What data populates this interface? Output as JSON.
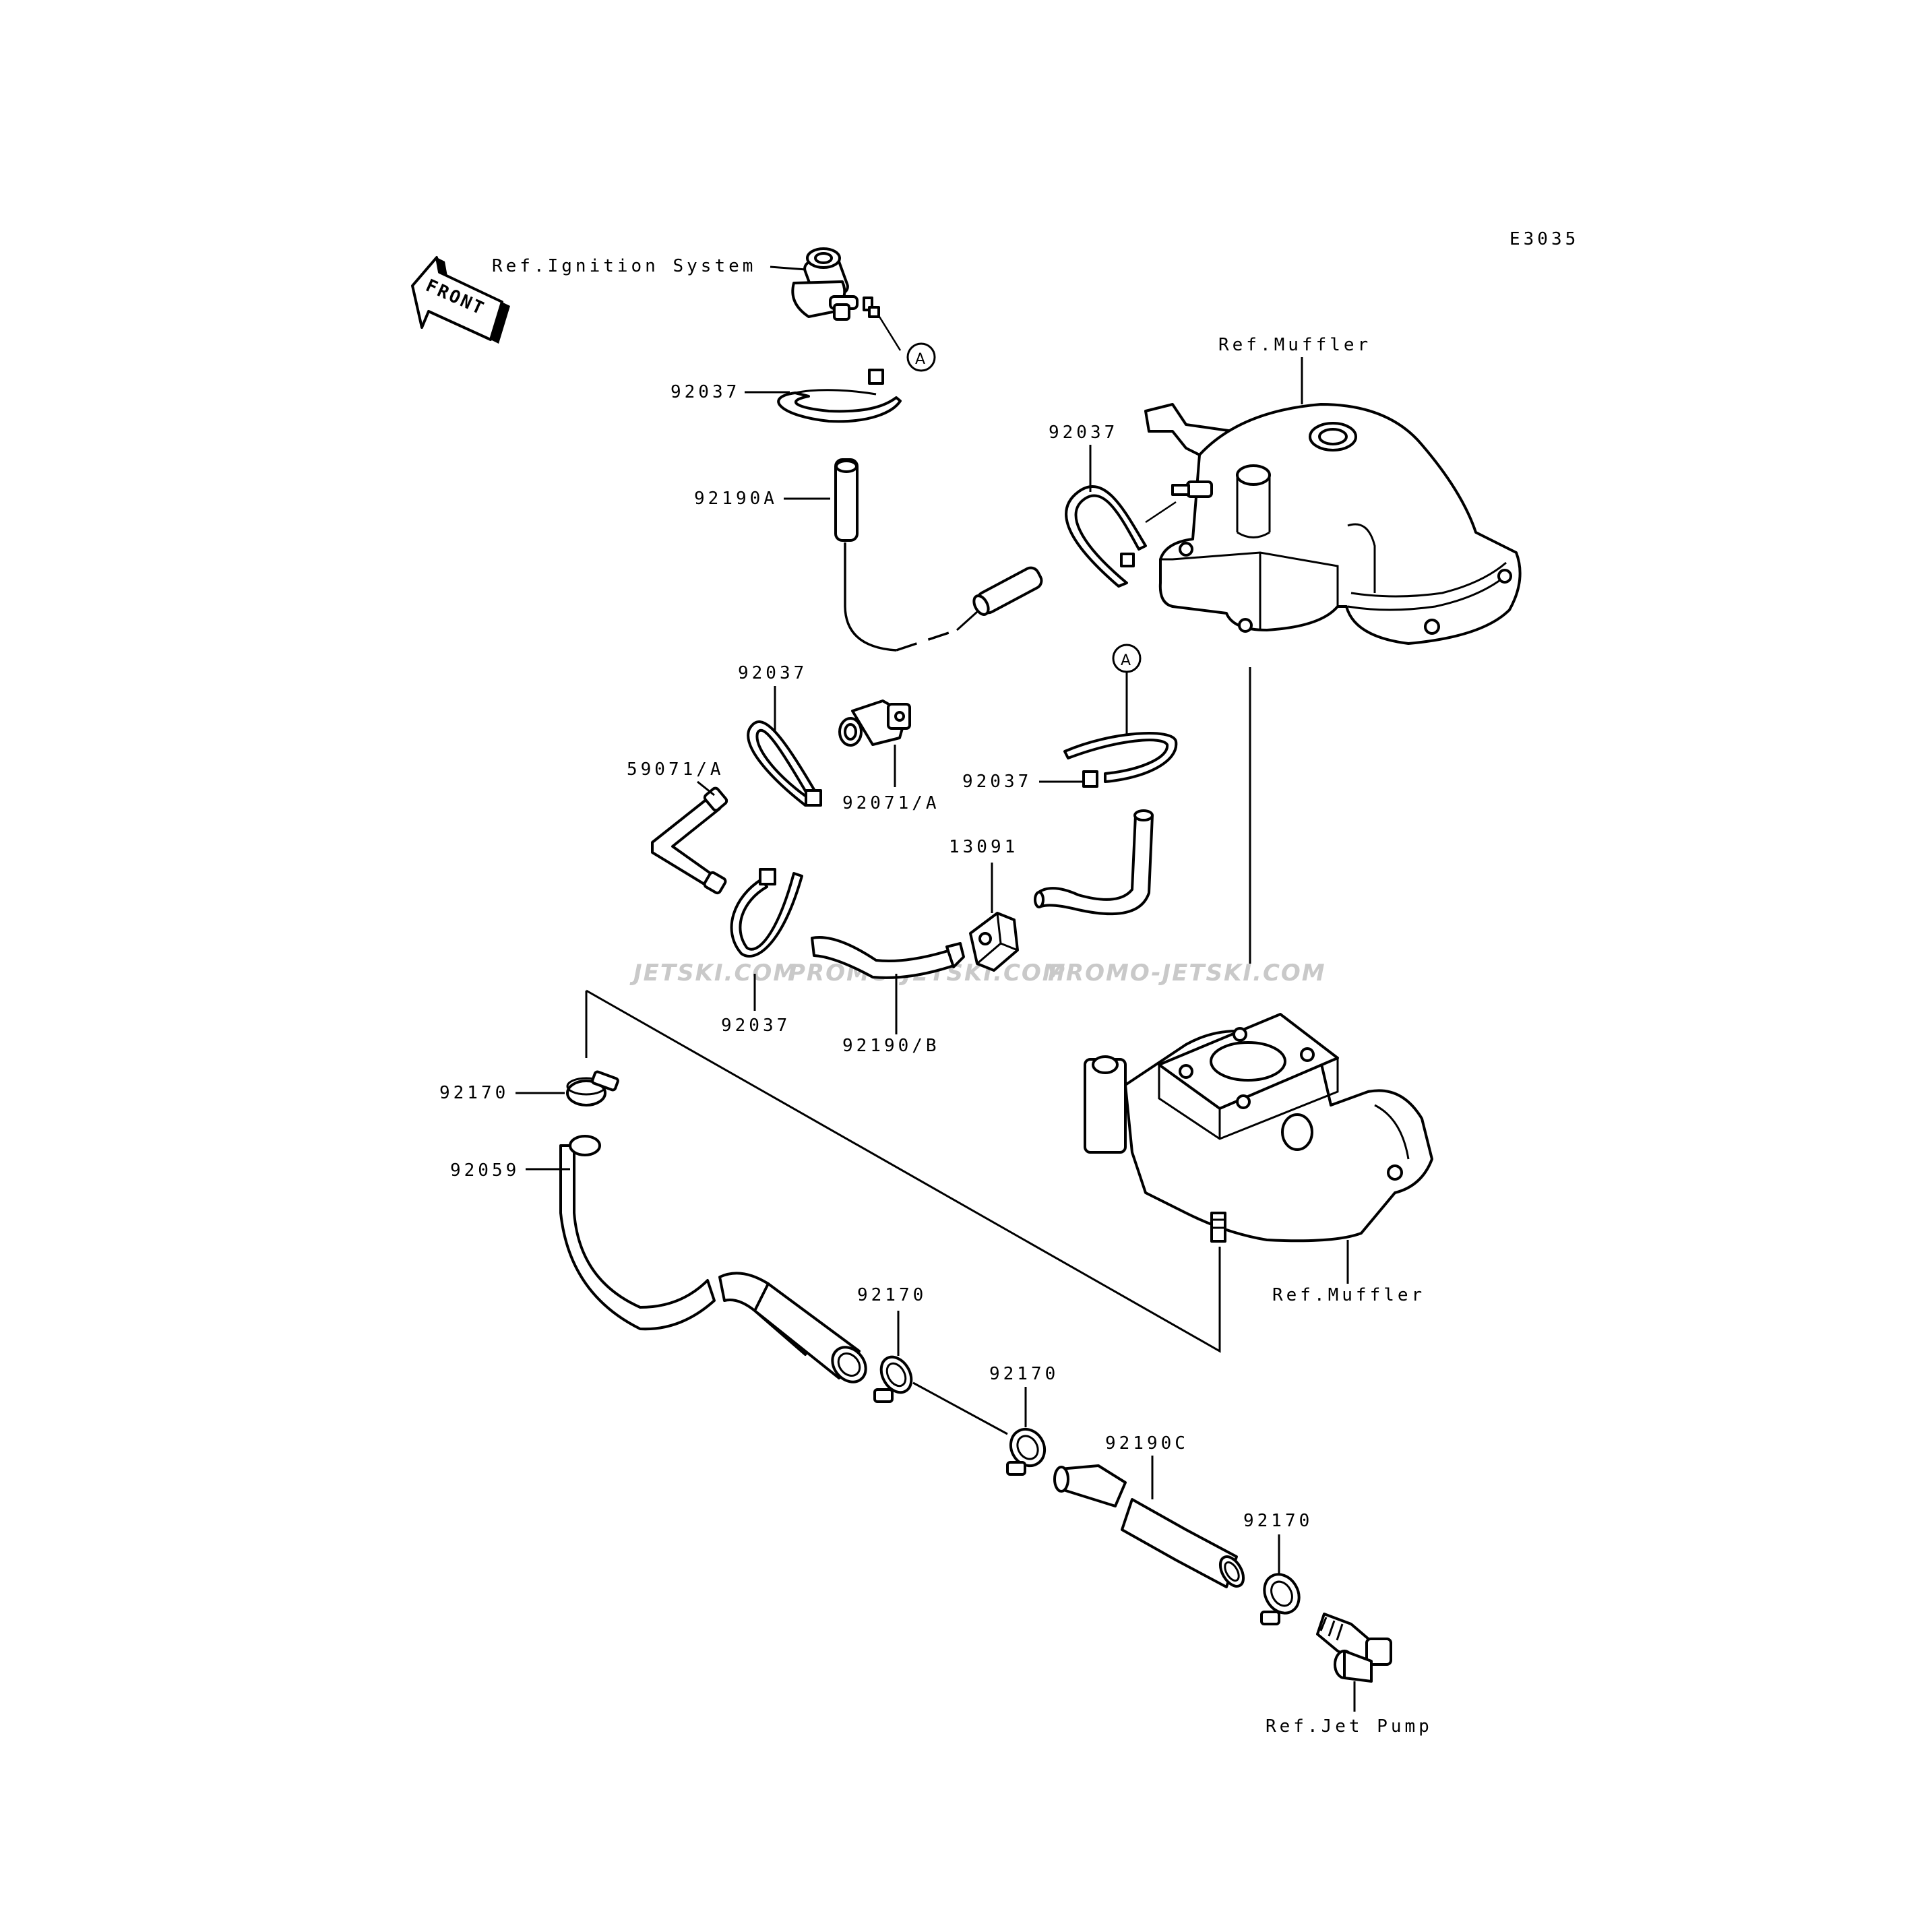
{
  "diagram_code": "E3035",
  "front_arrow": "FRONT",
  "reference_labels": {
    "ignition": "Ref.Ignition System",
    "muffler_top": "Ref.Muffler",
    "muffler_bottom": "Ref.Muffler",
    "jet_pump": "Ref.Jet Pump"
  },
  "connector_marks": [
    "A",
    "A"
  ],
  "part_labels": {
    "p1": "92037",
    "p2": "92037",
    "p3": "92190A",
    "p4": "92037",
    "p5": "59071/A",
    "p6": "92071/A",
    "p7": "92037",
    "p8": "13091",
    "p9": "92037",
    "p10": "92190/B",
    "p11": "92170",
    "p12": "92059",
    "p13": "92170",
    "p14": "92170",
    "p15": "92190C",
    "p16": "92170"
  },
  "watermark": [
    "JETSKI.COM",
    "PROMO-JETSKI.COM",
    "PROMO-JETSKI.COM"
  ]
}
